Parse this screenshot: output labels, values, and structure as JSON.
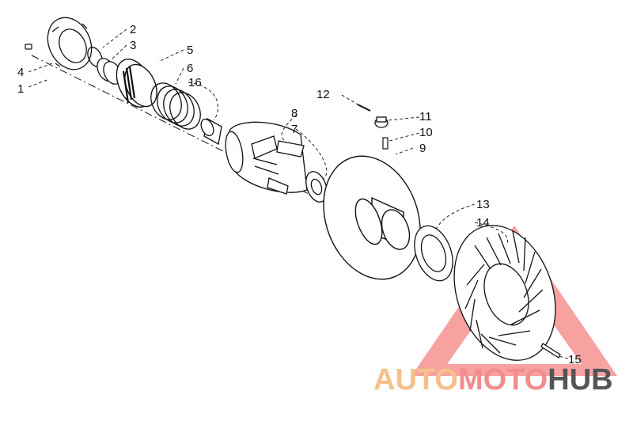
{
  "parts": [
    {
      "id": "label-1",
      "number": "1"
    },
    {
      "id": "label-2",
      "number": "2"
    },
    {
      "id": "label-3",
      "number": "3"
    },
    {
      "id": "label-4",
      "number": "4"
    },
    {
      "id": "label-5",
      "number": "5"
    },
    {
      "id": "label-6",
      "number": "6"
    },
    {
      "id": "label-7",
      "number": "7"
    },
    {
      "id": "label-8",
      "number": "8"
    },
    {
      "id": "label-9",
      "number": "9"
    },
    {
      "id": "label-10",
      "number": "10"
    },
    {
      "id": "label-11",
      "number": "11"
    },
    {
      "id": "label-12",
      "number": "12"
    },
    {
      "id": "label-13",
      "number": "13"
    },
    {
      "id": "label-14",
      "number": "14"
    },
    {
      "id": "label-15",
      "number": "15"
    },
    {
      "id": "label-16",
      "number": "16"
    }
  ],
  "watermark": {
    "part1": "AUTO",
    "part2": "MOTO",
    "part3": "HUB",
    "color_auto": "#f5c08a",
    "color_moto": "#f28d8d",
    "color_hub": "#555555",
    "triangle_color": "#f25555"
  },
  "colors": {
    "line": "#111111"
  }
}
